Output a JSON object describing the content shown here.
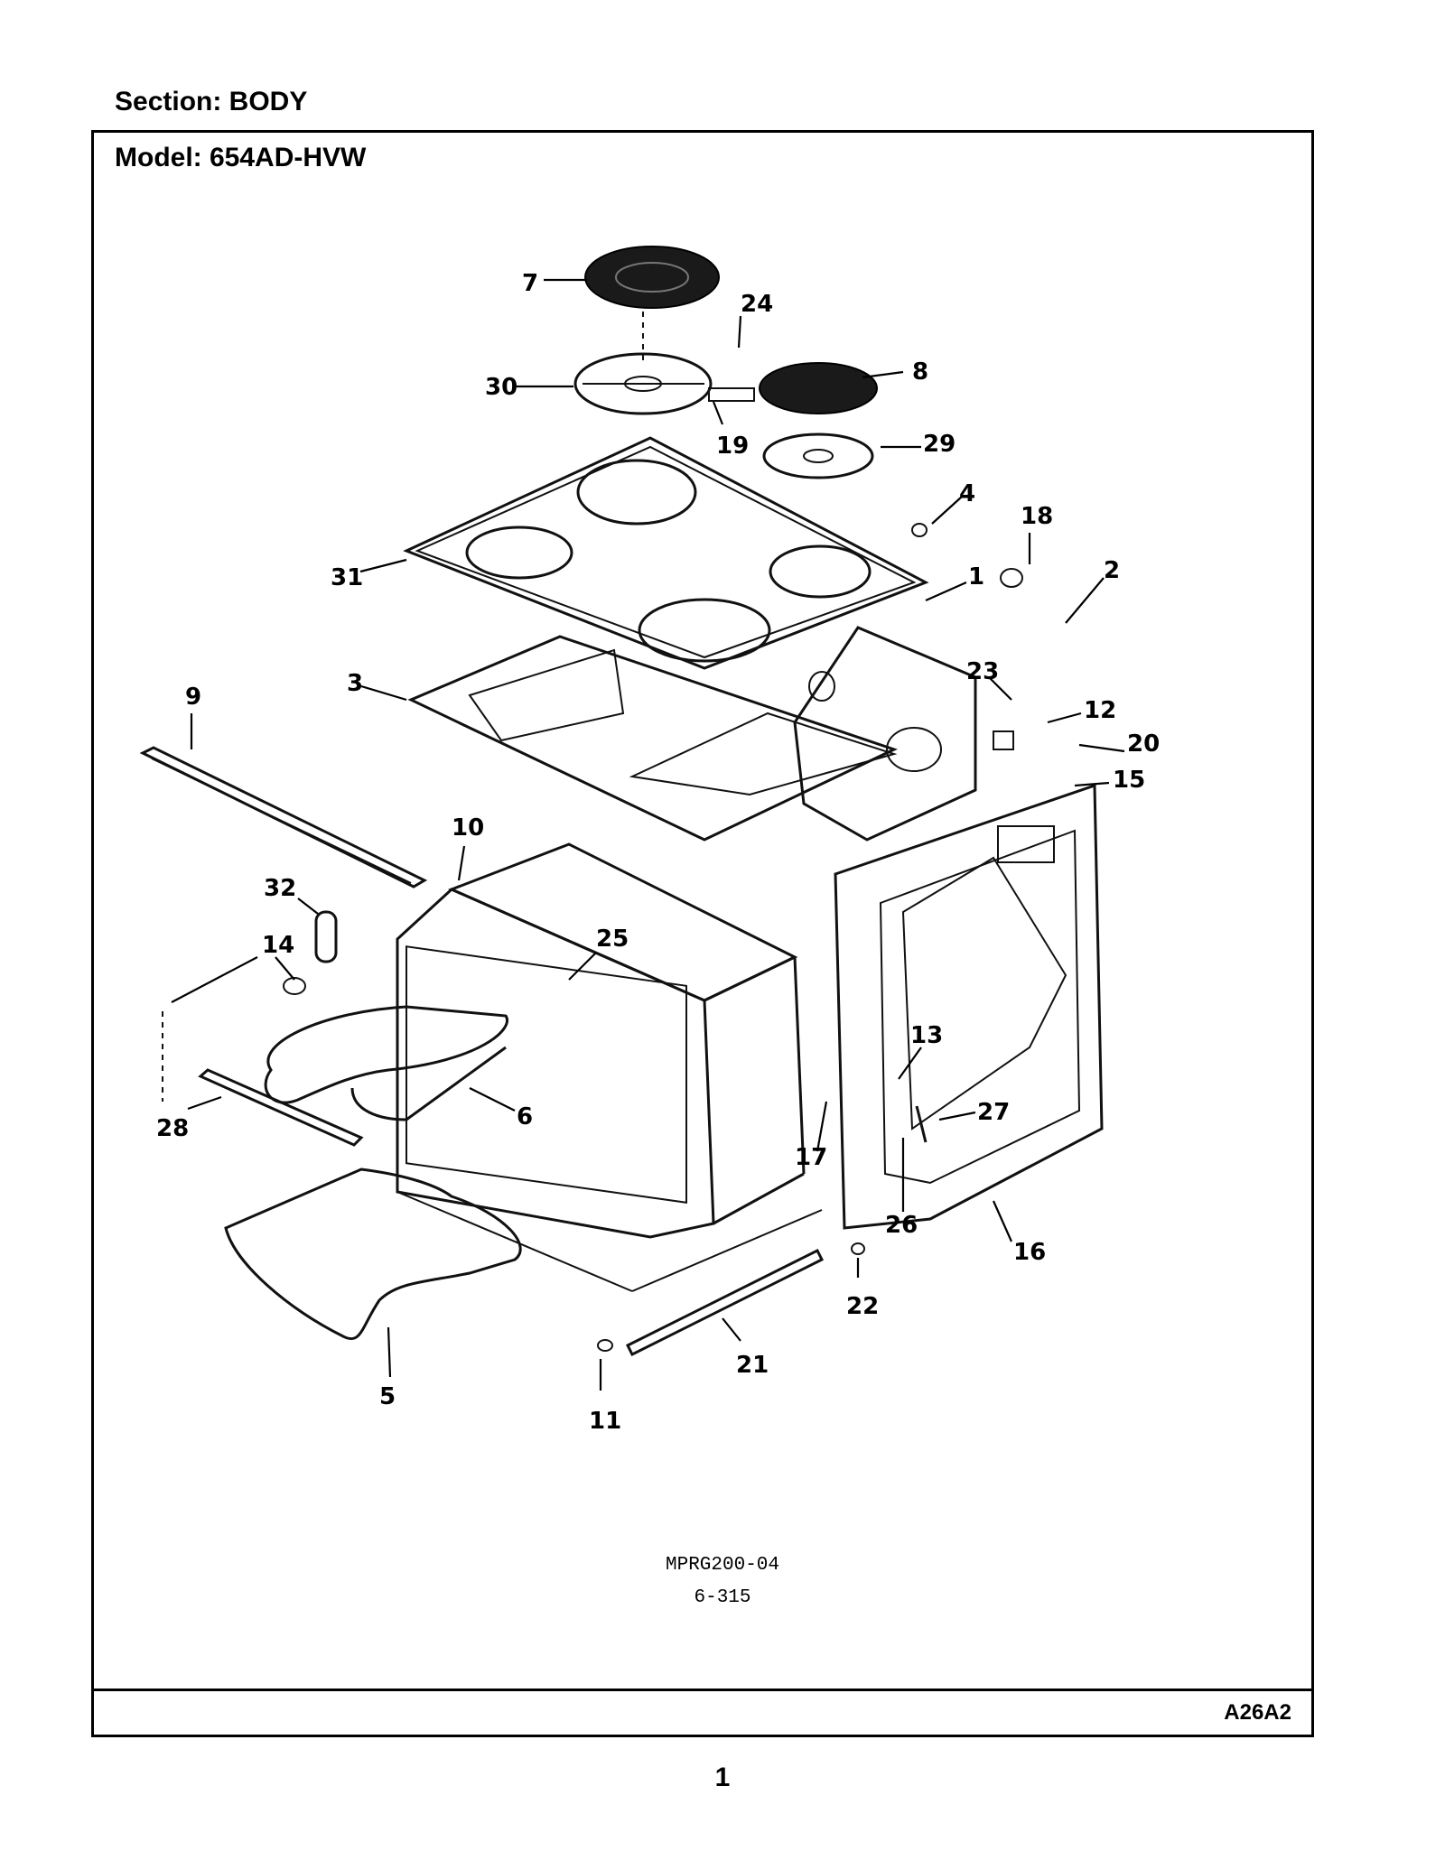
{
  "header": {
    "section": "Section:  BODY",
    "model": "Model:  654AD-HVW"
  },
  "diagram": {
    "callouts": [
      "1",
      "2",
      "3",
      "4",
      "5",
      "6",
      "7",
      "8",
      "9",
      "10",
      "11",
      "12",
      "13",
      "14",
      "15",
      "16",
      "17",
      "18",
      "19",
      "20",
      "21",
      "22",
      "23",
      "24",
      "25",
      "26",
      "27",
      "28",
      "29",
      "30",
      "31",
      "32"
    ],
    "reference_line_1": "MPRG200-04",
    "reference_line_2": "6-315"
  },
  "footer": {
    "code": "A26A2",
    "page_number": "1"
  }
}
